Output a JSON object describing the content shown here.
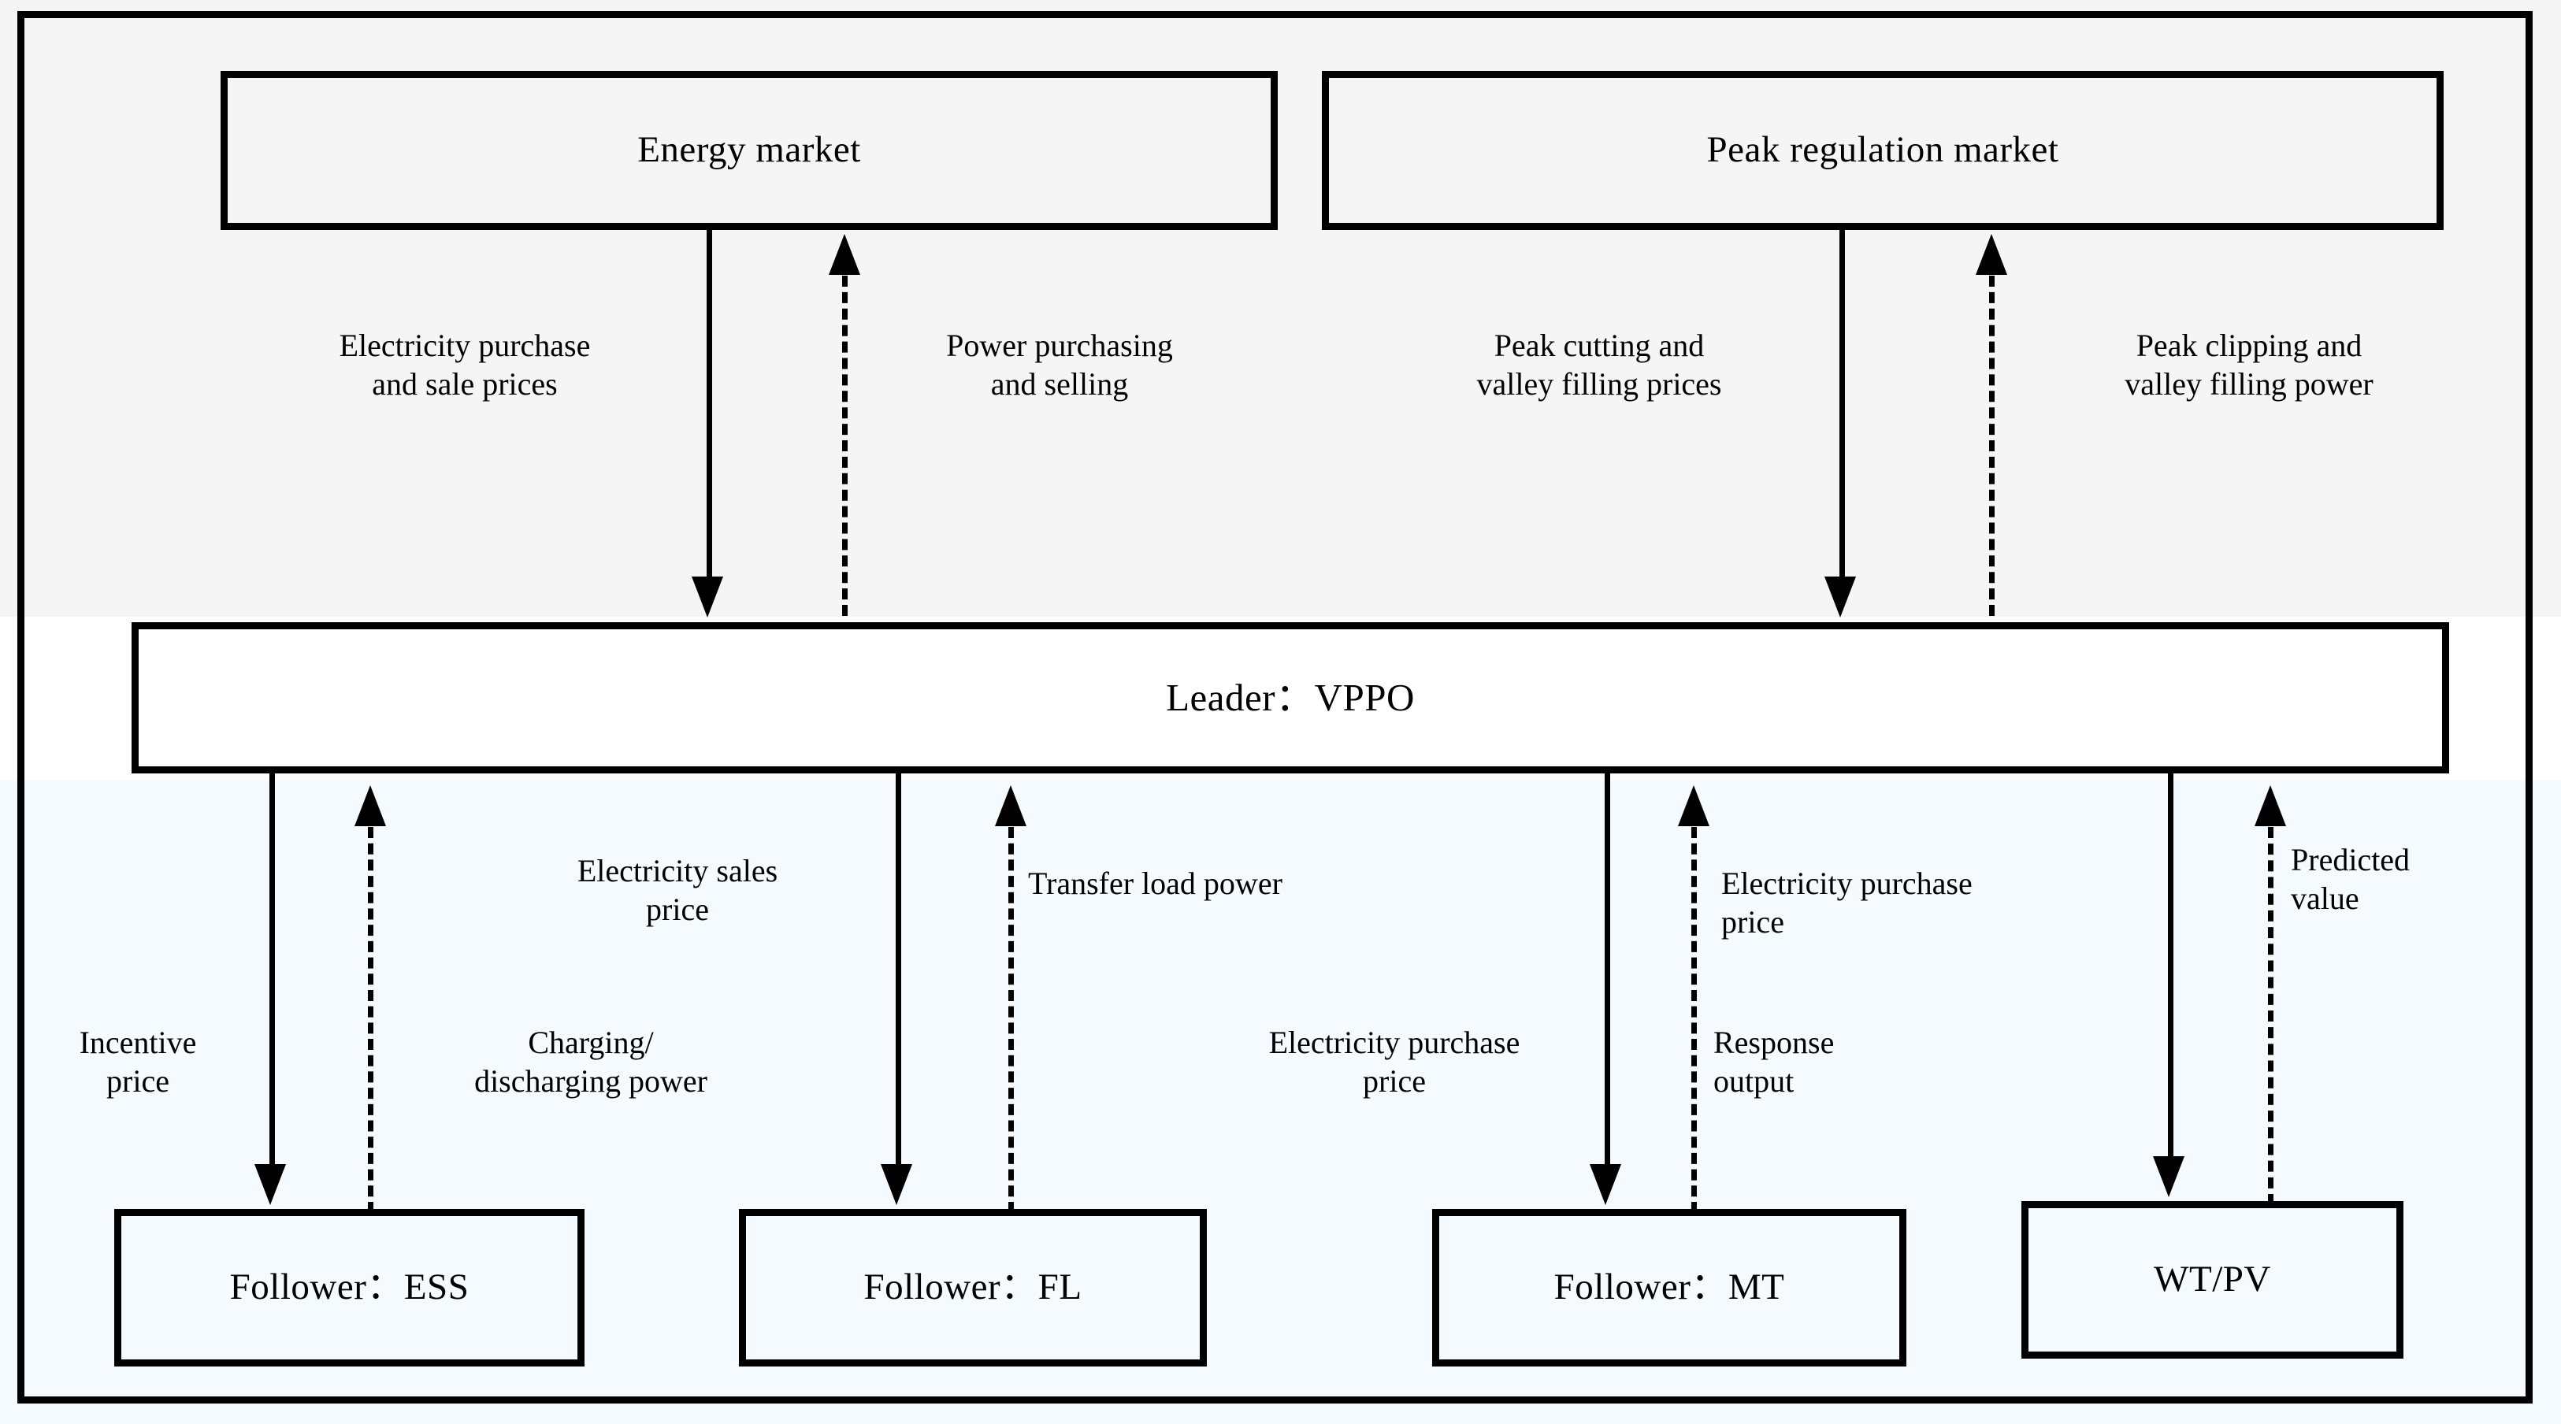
{
  "figure": {
    "title": "VPPO Stackelberg game framework",
    "bands": {
      "top_color": "#f5f5f5",
      "middle_color": "#ffffff",
      "bottom_color": "#f4fafd"
    },
    "line_color": "#000000"
  },
  "nodes": {
    "energy_market": "Energy market",
    "peak_regulation_market": "Peak regulation market",
    "leader": "Leader：VPPO",
    "follower_ess": "Follower：ESS",
    "follower_fl": "Follower：FL",
    "follower_mt": "Follower：MT",
    "wt_pv": "WT/PV"
  },
  "edges": {
    "market_to_leader": [
      {
        "label": "Electricity purchase\nand sale prices",
        "direction": "down",
        "style": "solid",
        "from": "energy_market",
        "to": "leader"
      },
      {
        "label": "Power purchasing\nand selling",
        "direction": "up",
        "style": "dashed",
        "from": "leader",
        "to": "energy_market"
      },
      {
        "label": "Peak cutting and\nvalley filling prices",
        "direction": "down",
        "style": "solid",
        "from": "peak_regulation_market",
        "to": "leader"
      },
      {
        "label": "Peak clipping and\nvalley filling power",
        "direction": "up",
        "style": "dashed",
        "from": "leader",
        "to": "peak_regulation_market"
      }
    ],
    "leader_to_followers": [
      {
        "label": "Incentive\nprice",
        "direction": "down",
        "style": "solid",
        "from": "leader",
        "to": "follower_ess"
      },
      {
        "label": "Charging/\ndischarging power",
        "direction": "up",
        "style": "dashed",
        "from": "follower_ess",
        "to": "leader"
      },
      {
        "label": "Electricity sales\nprice",
        "direction": "down",
        "style": "solid",
        "from": "leader",
        "to": "follower_fl"
      },
      {
        "label": "Transfer load power",
        "direction": "up",
        "style": "dashed",
        "from": "follower_fl",
        "to": "leader"
      },
      {
        "label": "Electricity purchase\nprice",
        "direction": "down",
        "style": "solid",
        "from": "leader",
        "to": "follower_mt"
      },
      {
        "label": "Response\noutput",
        "direction": "up",
        "style": "dashed",
        "from": "follower_mt",
        "to": "leader"
      },
      {
        "label": "Electricity purchase\nprice",
        "direction": "down",
        "style": "solid",
        "from": "leader",
        "to": "wt_pv"
      },
      {
        "label": "Predicted\nvalue",
        "direction": "up",
        "style": "dashed",
        "from": "wt_pv",
        "to": "leader"
      }
    ]
  },
  "labels": {
    "el_purchase_sale_prices": "Electricity purchase\nand sale prices",
    "power_purchasing_selling": "Power purchasing\nand selling",
    "peak_cutting_prices": "Peak cutting and\nvalley filling prices",
    "peak_clipping_power": "Peak clipping and\nvalley filling power",
    "incentive_price": "Incentive\nprice",
    "charging_discharging_power": "Charging/\ndischarging power",
    "electricity_sales_price": "Electricity sales\nprice",
    "transfer_load_power": "Transfer load power",
    "electricity_purchase_price_mt": "Electricity purchase\nprice",
    "response_output": "Response\noutput",
    "electricity_purchase_price_wtpv": "Electricity purchase\nprice",
    "predicted_value": "Predicted\nvalue"
  }
}
